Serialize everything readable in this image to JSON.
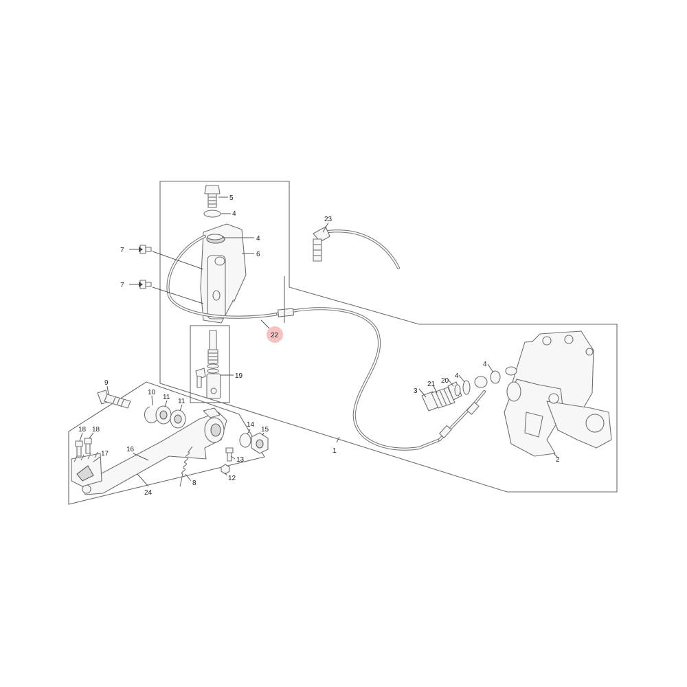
{
  "callouts": {
    "c1": "1",
    "c2": "2",
    "c3": "3",
    "c4a": "4",
    "c4b": "4",
    "c4c": "4",
    "c4d": "4",
    "c5": "5",
    "c6": "6",
    "c7a": "7",
    "c7b": "7",
    "c8": "8",
    "c9": "9",
    "c10": "10",
    "c11a": "11",
    "c11b": "11",
    "c12": "12",
    "c13": "13",
    "c14": "14",
    "c15": "15",
    "c16": "16",
    "c17": "17",
    "c18a": "18",
    "c18b": "18",
    "c19": "19",
    "c20": "20",
    "c21": "21",
    "c22": "22",
    "c23": "23",
    "c24": "24"
  },
  "highlight": {
    "callout": "22",
    "color": "#f4b6b6"
  },
  "colors": {
    "line": "#6f6f6f",
    "text": "#222222"
  }
}
